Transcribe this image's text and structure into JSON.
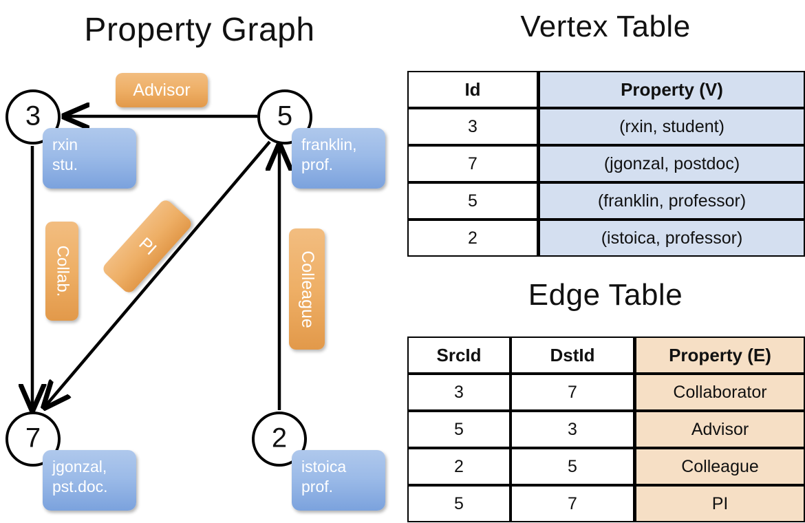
{
  "graph": {
    "title": "Property Graph",
    "nodes": [
      {
        "id": "3",
        "property": "rxin\nstu."
      },
      {
        "id": "5",
        "property": "franklin,\nprof."
      },
      {
        "id": "7",
        "property": "jgonzal,\npst.doc."
      },
      {
        "id": "2",
        "property": "istoica\nprof."
      }
    ],
    "node_labels": {
      "n3": "3",
      "n5": "5",
      "n7": "7",
      "n2": "2"
    },
    "node_properties": {
      "p3_line1": "rxin",
      "p3_line2": "stu.",
      "p5_line1": "franklin,",
      "p5_line2": "prof.",
      "p7_line1": "jgonzal,",
      "p7_line2": "pst.doc.",
      "p2_line1": "istoica",
      "p2_line2": "prof."
    },
    "edge_labels": {
      "advisor": "Advisor",
      "collab": "Collab.",
      "pi": "PI",
      "colleague": "Colleague"
    },
    "edges": [
      {
        "src": "5",
        "dst": "3",
        "label": "Advisor"
      },
      {
        "src": "3",
        "dst": "7",
        "label": "Collab."
      },
      {
        "src": "5",
        "dst": "7",
        "label": "PI"
      },
      {
        "src": "2",
        "dst": "5",
        "label": "Colleague"
      }
    ]
  },
  "vertex_table": {
    "title": "Vertex Table",
    "headers": [
      "Id",
      "Property (V)"
    ],
    "rows": [
      {
        "id": "3",
        "property": "(rxin, student)"
      },
      {
        "id": "7",
        "property": "(jgonzal, postdoc)"
      },
      {
        "id": "5",
        "property": "(franklin, professor)"
      },
      {
        "id": "2",
        "property": "(istoica, professor)"
      }
    ]
  },
  "edge_table": {
    "title": "Edge Table",
    "headers": [
      "SrcId",
      "DstId",
      "Property (E)"
    ],
    "rows": [
      {
        "src": "3",
        "dst": "7",
        "property": "Collaborator"
      },
      {
        "src": "5",
        "dst": "3",
        "property": "Advisor"
      },
      {
        "src": "2",
        "dst": "5",
        "property": "Colleague"
      },
      {
        "src": "5",
        "dst": "7",
        "property": "PI"
      }
    ]
  },
  "colors": {
    "vertex_property_fill": "#9cbbe8",
    "edge_property_fill": "#eeaf66",
    "vertex_table_fill": "#d4dff0",
    "edge_table_fill": "#f6dfc5",
    "stroke": "#000000",
    "background": "#ffffff"
  }
}
